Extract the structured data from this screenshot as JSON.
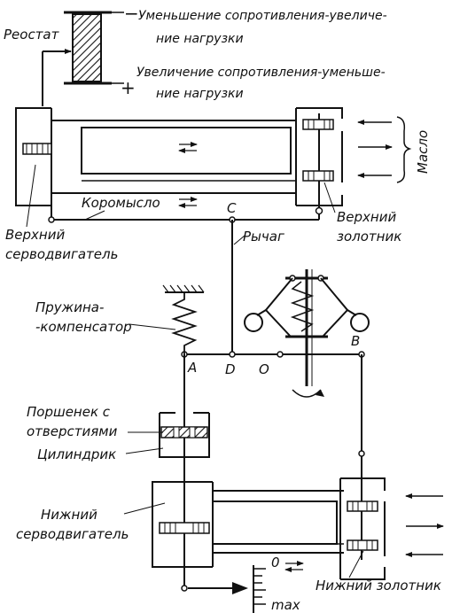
{
  "labels": {
    "rheostat": "Реостат",
    "minus_sign": "−",
    "plus_sign": "+",
    "decrease_line1": "Уменьшение сопротивления-увеличе-",
    "decrease_line2": "ние нагрузки",
    "increase_line1": "Увеличение сопротивления-уменьше-",
    "increase_line2": "ние нагрузки",
    "oil": "Масло",
    "rocker": "Коромысло",
    "upper_servo_line1": "Верхний",
    "upper_servo_line2": "серводвигатель",
    "upper_spool_line1": "Верхний",
    "upper_spool_line2": "золотник",
    "lever": "Рычаг",
    "spring_line1": "Пружина-",
    "spring_line2": "-компенсатор",
    "piston_line1": "Поршенек с",
    "piston_line2": "отверстиями",
    "cylinder": "Цилиндрик",
    "lower_servo_line1": "Нижний",
    "lower_servo_line2": "серводвигатель",
    "lower_spool": "Нижний золотник",
    "scale_zero": "0",
    "scale_max": "max"
  },
  "points": {
    "A": "A",
    "B": "B",
    "C": "C",
    "D": "D",
    "O": "O"
  }
}
